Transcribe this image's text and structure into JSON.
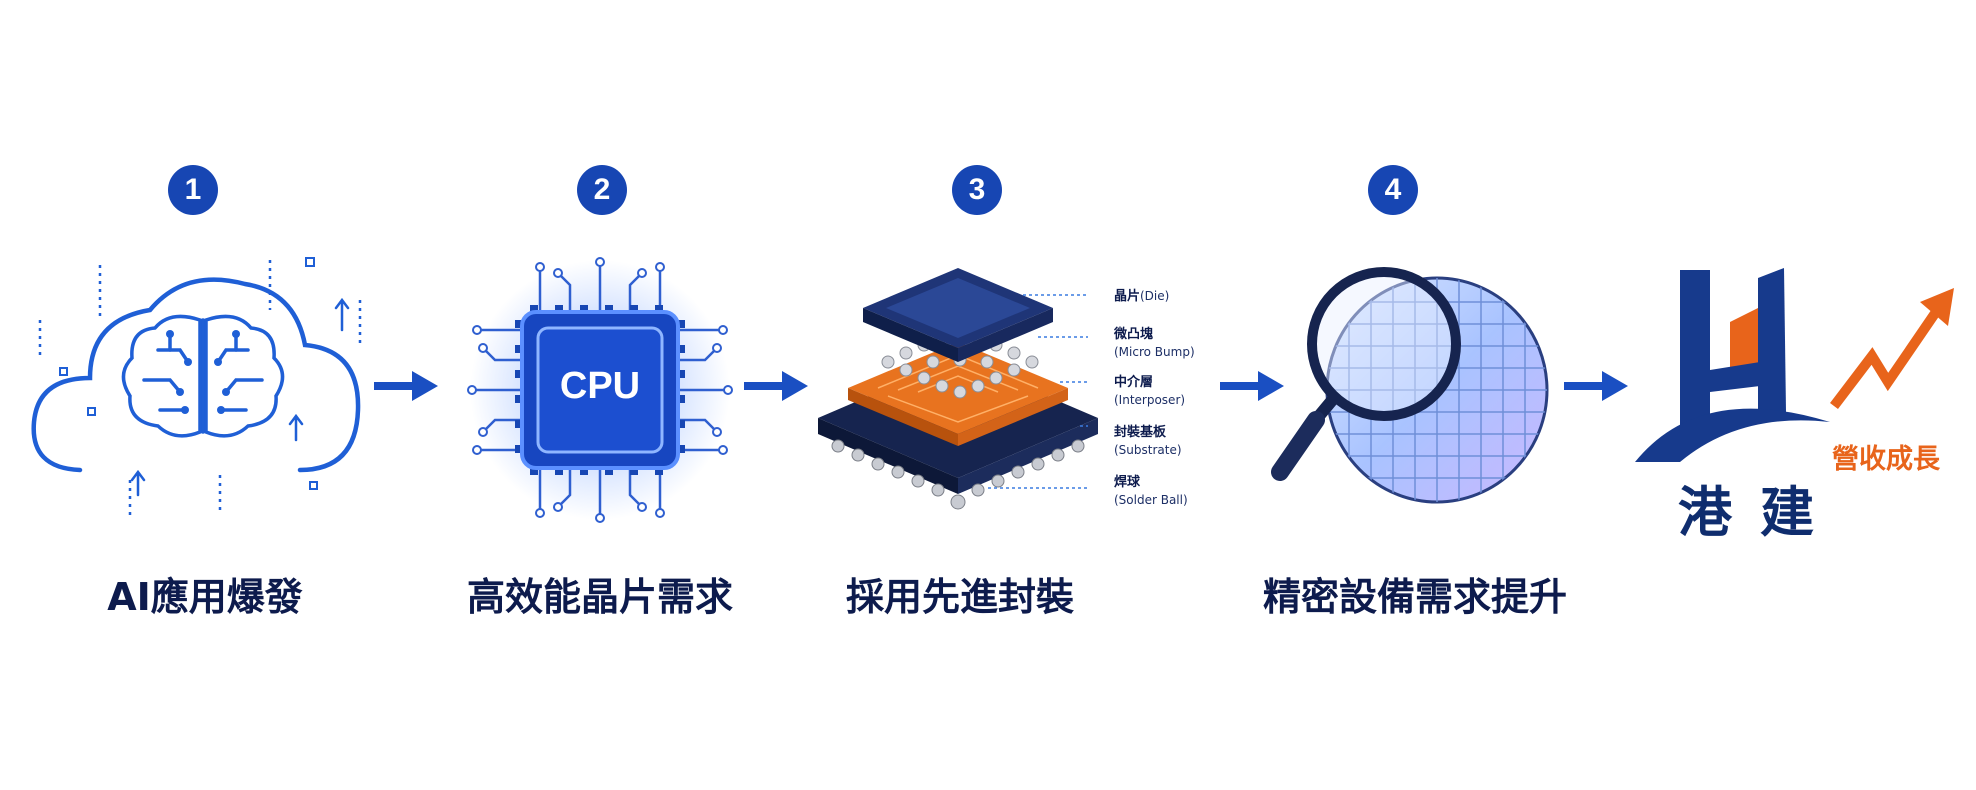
{
  "steps": [
    {
      "number": "1",
      "caption": "AI應用爆發",
      "icon": "ai-brain-cloud-icon"
    },
    {
      "number": "2",
      "caption": "高效能晶片需求",
      "icon": "cpu-chip-icon",
      "chip_label": "CPU"
    },
    {
      "number": "3",
      "caption": "採用先進封裝",
      "icon": "advanced-package-stack-icon"
    },
    {
      "number": "4",
      "caption": "精密設備需求提升",
      "icon": "magnifier-wafer-icon"
    }
  ],
  "package_layers": [
    {
      "zh": "晶片",
      "en": "(Die)"
    },
    {
      "zh": "微凸塊",
      "en": "(Micro Bump)"
    },
    {
      "zh": "中介層",
      "en": "(Interposer)"
    },
    {
      "zh": "封裝基板",
      "en": "(Substrate)"
    },
    {
      "zh": "焊球",
      "en": "(Solder Ball)"
    }
  ],
  "result": {
    "company": "港建",
    "revenue": "營收成長",
    "icon": "rising-trend-arrow-icon"
  },
  "colors": {
    "primary": "#1746b3",
    "navy": "#0d1b4d",
    "glow": "#2f6bff",
    "orange": "#e8641b",
    "logo_blue": "#0f2d6e"
  }
}
